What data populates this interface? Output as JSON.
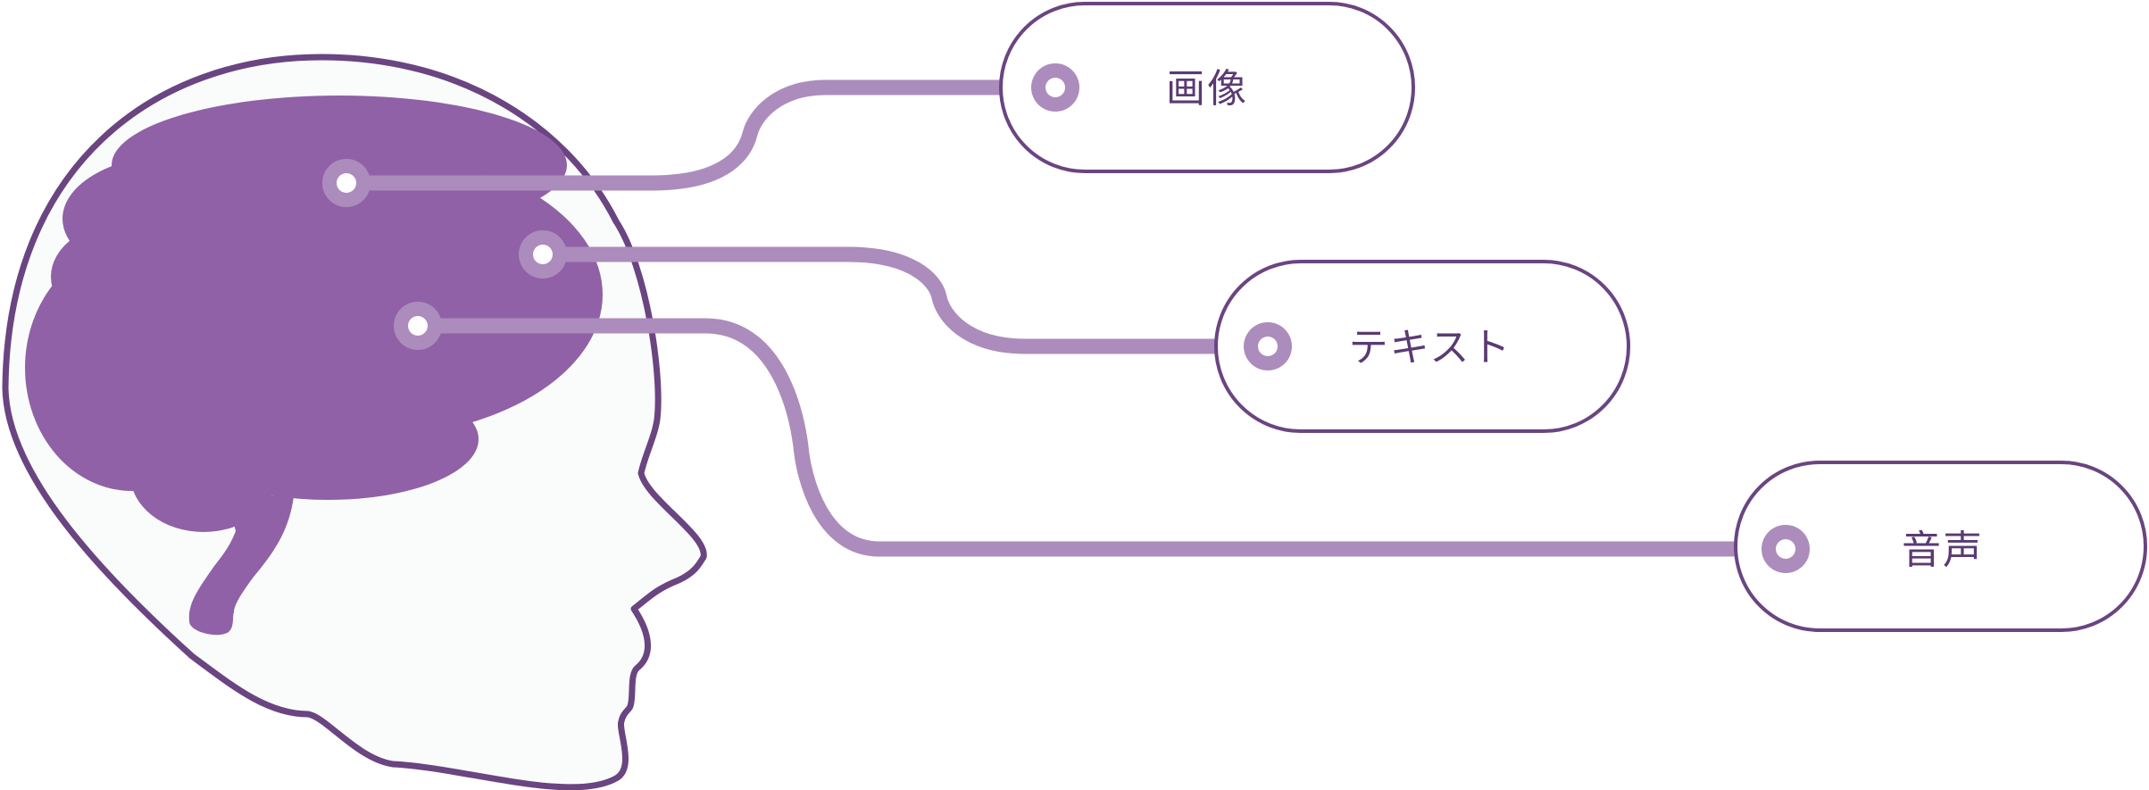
{
  "colors": {
    "outline": "#6a4581",
    "brain": "#9061a6",
    "connector": "#ac8cbc",
    "head_fill": "#fafcfc",
    "pill_fill": "#ffffff",
    "label": "#5b3a73"
  },
  "outputs": [
    {
      "id": "image",
      "label": "画像"
    },
    {
      "id": "text",
      "label": "テキスト"
    },
    {
      "id": "audio",
      "label": "音声"
    }
  ]
}
